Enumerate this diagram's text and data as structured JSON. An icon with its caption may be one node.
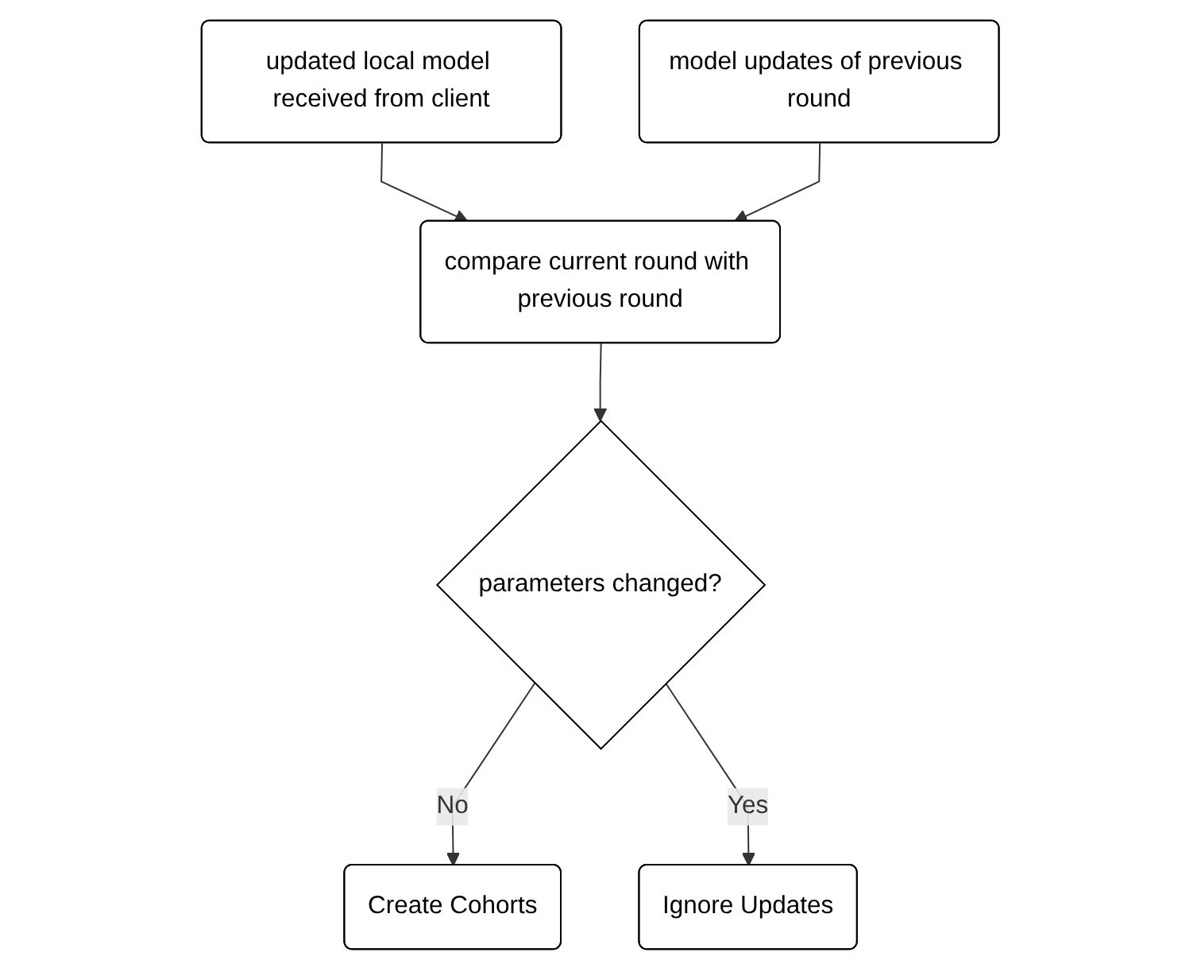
{
  "diagram": {
    "nodes": [
      {
        "text": [
          "updated local model received from client"
        ]
      },
      {
        "text": [
          "model updates of previous round"
        ]
      },
      {
        "text": [
          "compare current round with previous round"
        ]
      },
      {
        "text": [
          "parameters changed?"
        ]
      },
      {
        "text": [
          "Create Cohorts"
        ]
      },
      {
        "text": [
          "Ignore Updates"
        ]
      }
    ],
    "edges": [
      {
        "from": 0,
        "to": 2,
        "arrow": "to"
      },
      {
        "from": 1,
        "to": 2,
        "arrow": "to"
      },
      {
        "from": 2,
        "to": 3,
        "arrow": "to"
      },
      {
        "from": 3,
        "to": 4,
        "label": "No",
        "arrow": "to"
      },
      {
        "from": 3,
        "to": 5,
        "label": "Yes",
        "arrow": "to"
      }
    ]
  }
}
